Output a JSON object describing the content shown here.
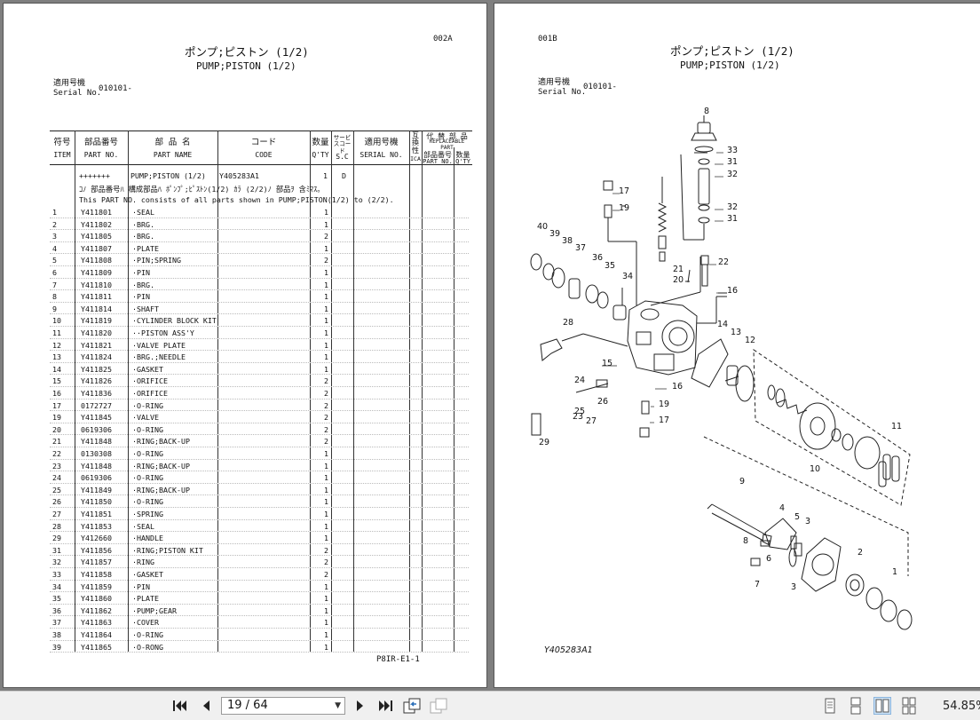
{
  "left_page": {
    "code": "002A",
    "title_jp": "ポンプ;ピストン (1/2)",
    "title_en": "PUMP;PISTON (1/2)",
    "serial_label_jp": "適用号機",
    "serial_label_en": "Serial No.",
    "serial_value": "010101-",
    "headers": {
      "item_jp": "符号",
      "item_en": "ITEM",
      "part_no_jp": "部品番号",
      "part_no_en": "PART NO.",
      "part_name_jp": "部 品 名",
      "part_name_en": "PART NAME",
      "code_jp": "コード",
      "code_en": "CODE",
      "qty_jp": "数量",
      "qty_en": "Q'TY",
      "sc_jp": "サービスコード",
      "sc_en": "S.C",
      "serial_jp": "適用号機",
      "serial_en": "SERIAL NO.",
      "ica_jp": "互換性",
      "ica_en": "ICA",
      "replace_jp": "代 替 部 品",
      "replace_en": "REPLACEABLE PART",
      "rp_part_jp": "部品番号",
      "rp_part_en": "PART NO.",
      "rp_qty_jp": "数量",
      "rp_qty_en": "Q'TY"
    },
    "intro_rows": [
      {
        "item": "",
        "part_no": "+++++++",
        "name": "PUMP;PISTON (1/2)",
        "code": "Y405283A1",
        "qty": "1",
        "sc": "D"
      },
      {
        "item": "",
        "part_no": "ｺﾉ 部品番号ﾊ 構成部品ﾊ ﾎﾟﾝﾌﾟ;ﾋﾟｽﾄﾝ(1/2) ｶﾗ (2/2)ﾉ 部品ｦ 含ﾐﾏｽ。",
        "name": "",
        "code": "",
        "qty": "",
        "sc": ""
      },
      {
        "item": "",
        "part_no": "This PART NO. consists of all parts shown in PUMP;PISTON(1/2) to (2/2).",
        "name": "",
        "code": "",
        "qty": "",
        "sc": ""
      }
    ],
    "rows": [
      {
        "item": "1",
        "part_no": "Y411801",
        "name": "·SEAL",
        "qty": "1"
      },
      {
        "item": "2",
        "part_no": "Y411802",
        "name": "·BRG.",
        "qty": "1"
      },
      {
        "item": "3",
        "part_no": "Y411805",
        "name": "·BRG.",
        "qty": "2"
      },
      {
        "item": "4",
        "part_no": "Y411807",
        "name": "·PLATE",
        "qty": "1"
      },
      {
        "item": "5",
        "part_no": "Y411808",
        "name": "·PIN;SPRING",
        "qty": "2"
      },
      {
        "item": "6",
        "part_no": "Y411809",
        "name": "·PIN",
        "qty": "1"
      },
      {
        "item": "7",
        "part_no": "Y411810",
        "name": "·BRG.",
        "qty": "1"
      },
      {
        "item": "8",
        "part_no": "Y411811",
        "name": "·PIN",
        "qty": "1"
      },
      {
        "item": "9",
        "part_no": "Y411814",
        "name": "·SHAFT",
        "qty": "1"
      },
      {
        "item": "10",
        "part_no": "Y411819",
        "name": "·CYLINDER BLOCK KIT",
        "qty": "1"
      },
      {
        "item": "11",
        "part_no": "Y411820",
        "name": "··PISTON ASS'Y",
        "qty": "1"
      },
      {
        "item": "12",
        "part_no": "Y411821",
        "name": "·VALVE PLATE",
        "qty": "1"
      },
      {
        "item": "13",
        "part_no": "Y411824",
        "name": "·BRG.;NEEDLE",
        "qty": "1"
      },
      {
        "item": "14",
        "part_no": "Y411825",
        "name": "·GASKET",
        "qty": "1"
      },
      {
        "item": "15",
        "part_no": "Y411826",
        "name": "·ORIFICE",
        "qty": "2"
      },
      {
        "item": "16",
        "part_no": "Y411836",
        "name": "·ORIFICE",
        "qty": "2"
      },
      {
        "item": "17",
        "part_no": "0172727",
        "name": "·O-RING",
        "qty": "2"
      },
      {
        "item": "19",
        "part_no": "Y411845",
        "name": "·VALVE",
        "qty": "2"
      },
      {
        "item": "20",
        "part_no": "0619306",
        "name": "·O-RING",
        "qty": "2"
      },
      {
        "item": "21",
        "part_no": "Y411848",
        "name": "·RING;BACK-UP",
        "qty": "2"
      },
      {
        "item": "22",
        "part_no": "0130308",
        "name": "·O-RING",
        "qty": "1"
      },
      {
        "item": "23",
        "part_no": "Y411848",
        "name": "·RING;BACK-UP",
        "qty": "1"
      },
      {
        "item": "24",
        "part_no": "0619306",
        "name": "·O-RING",
        "qty": "1"
      },
      {
        "item": "25",
        "part_no": "Y411849",
        "name": "·RING;BACK-UP",
        "qty": "1"
      },
      {
        "item": "26",
        "part_no": "Y411850",
        "name": "·O-RING",
        "qty": "1"
      },
      {
        "item": "27",
        "part_no": "Y411851",
        "name": "·SPRING",
        "qty": "1"
      },
      {
        "item": "28",
        "part_no": "Y411853",
        "name": "·SEAL",
        "qty": "1"
      },
      {
        "item": "29",
        "part_no": "Y412660",
        "name": "·HANDLE",
        "qty": "1"
      },
      {
        "item": "31",
        "part_no": "Y411856",
        "name": "·RING;PISTON KIT",
        "qty": "2"
      },
      {
        "item": "32",
        "part_no": "Y411857",
        "name": "·RING",
        "qty": "2"
      },
      {
        "item": "33",
        "part_no": "Y411858",
        "name": "·GASKET",
        "qty": "2"
      },
      {
        "item": "34",
        "part_no": "Y411859",
        "name": "·PIN",
        "qty": "1"
      },
      {
        "item": "35",
        "part_no": "Y411860",
        "name": "·PLATE",
        "qty": "1"
      },
      {
        "item": "36",
        "part_no": "Y411862",
        "name": "·PUMP;GEAR",
        "qty": "1"
      },
      {
        "item": "37",
        "part_no": "Y411863",
        "name": "·COVER",
        "qty": "1"
      },
      {
        "item": "38",
        "part_no": "Y411864",
        "name": "·O-RING",
        "qty": "1"
      },
      {
        "item": "39",
        "part_no": "Y411865",
        "name": "·O-RONG",
        "qty": "1"
      }
    ],
    "footer": "P8IR-E1-1"
  },
  "right_page": {
    "code": "001B",
    "title_jp": "ポンプ;ピストン (1/2)",
    "title_en": "PUMP;PISTON (1/2)",
    "serial_label_jp": "適用号機",
    "serial_label_en": "Serial No.",
    "serial_value": "010101-",
    "diagram_code": "Y405283A1",
    "callouts": [
      "8",
      "33",
      "31",
      "32",
      "32",
      "31",
      "17",
      "19",
      "40",
      "39",
      "38",
      "37",
      "36",
      "35",
      "34",
      "21",
      "20",
      "22",
      "16",
      "28",
      "15",
      "14",
      "13",
      "12",
      "24",
      "26",
      "25",
      "27",
      "23",
      "16",
      "19",
      "17",
      "29",
      "11",
      "10",
      "9",
      "4",
      "5",
      "3",
      "8",
      "7",
      "6",
      "3",
      "2",
      "1"
    ]
  },
  "toolbar": {
    "page_value": "19 / 64",
    "zoom": "54.85%",
    "icons": {
      "first": "first-page-icon",
      "prev": "prev-page-icon",
      "next": "next-page-icon",
      "last": "last-page-icon",
      "back": "history-back-icon",
      "forward": "history-forward-icon",
      "single": "single-page-icon",
      "continuous": "continuous-page-icon",
      "facing": "facing-page-icon",
      "facing_cont": "facing-continuous-icon"
    }
  }
}
